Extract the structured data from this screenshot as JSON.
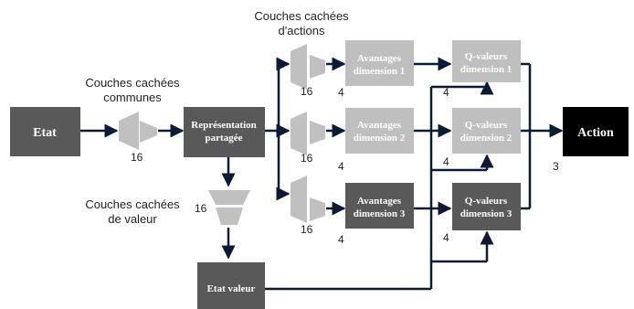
{
  "colors": {
    "dark_box": "#595959",
    "light_box": "#bfbfbf",
    "black_box": "#000000",
    "trapezoid": "#c0c0c0",
    "arrow": "#0d1a33"
  },
  "captions": {
    "shared_hidden": [
      "Couches cachées",
      "communes"
    ],
    "action_hidden": [
      "Couches cachées",
      "d'actions"
    ],
    "value_hidden": [
      "Couches cachées",
      "de valeur"
    ]
  },
  "boxes": {
    "etat": "Etat",
    "representation": [
      "Représentation",
      "partagée"
    ],
    "etat_valeur": "Etat valeur",
    "action": "Action",
    "advantages": [
      [
        "Avantages",
        "dimension 1"
      ],
      [
        "Avantages",
        "dimension 2"
      ],
      [
        "Avantages",
        "dimension 3"
      ]
    ],
    "qvalues": [
      [
        "Q-valeurs",
        "dimension 1"
      ],
      [
        "Q-valeurs",
        "dimension 2"
      ],
      [
        "Q-valeurs",
        "dimension 3"
      ]
    ]
  },
  "numbers": {
    "shared_units": "16",
    "value_units": "16",
    "action_units": [
      "16",
      "16",
      "16"
    ],
    "advantage_units": [
      "4",
      "4",
      "4"
    ],
    "qvalue_units": [
      "4",
      "4",
      "4"
    ],
    "action_out": "3"
  }
}
